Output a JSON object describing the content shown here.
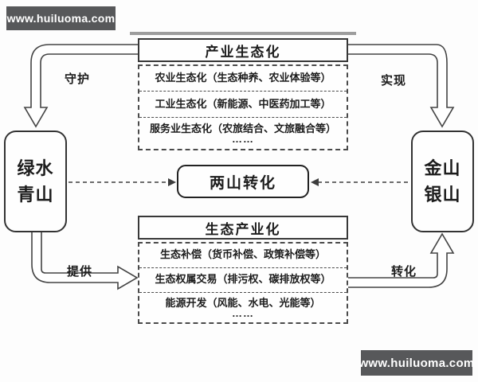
{
  "watermark": {
    "text": "www.huiluoma.com"
  },
  "diagram": {
    "top_section": {
      "title": "产业生态化",
      "items": [
        "农业生态化（生态种养、农业体验等）",
        "工业生态化（新能源、中医药加工等）",
        "服务业生态化（农旅结合、文旅融合等）"
      ],
      "ellipsis": "……"
    },
    "bottom_section": {
      "title": "生态产业化",
      "items": [
        "生态补偿（货币补偿、政策补偿等）",
        "生态权属交易（排污权、碳排放权等）",
        "能源开发（风能、水电、光能等）"
      ],
      "ellipsis": "……"
    },
    "left_node": {
      "line1": "绿水",
      "line2": "青山"
    },
    "right_node": {
      "line1": "金山",
      "line2": "银山"
    },
    "center_node": {
      "label": "两山转化"
    },
    "edge_labels": {
      "top_left": "守护",
      "top_right": "实现",
      "bottom_left": "提供",
      "bottom_right": "转化"
    }
  },
  "colors": {
    "line": "#444444",
    "dashed_line": "#3d3d3d",
    "watermark_background": "#57585a",
    "watermark_text": "#ffffff",
    "background": "#fdfdfd"
  }
}
